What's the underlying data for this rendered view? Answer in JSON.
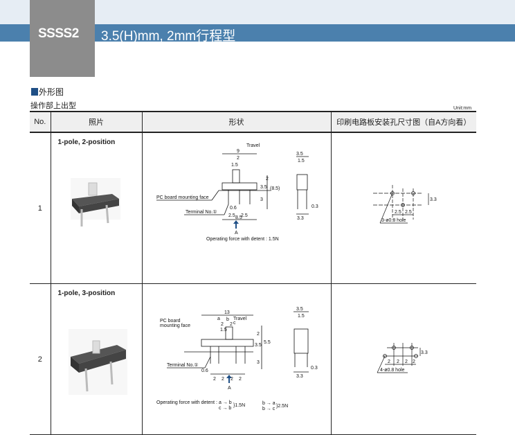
{
  "header": {
    "model": "SSSS2",
    "subtitle": "3.5(H)mm, 2mm行程型"
  },
  "section": {
    "title": "外形图",
    "subtitle": "操作部上出型",
    "unit": "Unit:mm"
  },
  "table": {
    "columns": [
      "No.",
      "照片",
      "形状",
      "印刷电路板安装孔尺寸图（自A方向看）"
    ],
    "rows": [
      {
        "no": "1",
        "caption": "1-pole, 2-position",
        "drawing": {
          "travel": "Travel",
          "w9": "9",
          "d2": "2",
          "d15": "1.5",
          "h2": "2",
          "h35": "3.5",
          "h85": "(8.5)",
          "h3": "3",
          "pcb_face": "PC board mounting face",
          "terminal": "Terminal No.①",
          "d06": "0.6",
          "p1": "2.5",
          "p2": "2.5",
          "w85": "8.5",
          "arrow": "A",
          "force": "Operating force with detent : 1.5N",
          "side_w": "3.5",
          "side_w2": "1.5",
          "side_t": "0.3",
          "side_b": "3.3"
        },
        "pcb": {
          "p1": "2.5",
          "p2": "2.5",
          "h": "3.3",
          "hole": "3-ø0.8 hole"
        }
      },
      {
        "no": "2",
        "caption": "1-pole, 3-position",
        "drawing": {
          "travel": "Travel",
          "w13": "13",
          "a": "a",
          "b": "b",
          "c": "c",
          "d2a": "2",
          "d2b": "2",
          "d15": "1.5",
          "h2": "2",
          "h35": "3.5",
          "h55": "5.5",
          "h3": "3",
          "pcb_face1": "PC board",
          "pcb_face2": "mounting face",
          "terminal": "Terminal No.①",
          "d06": "0.6",
          "p": [
            "2",
            "2",
            "2",
            "2"
          ],
          "arrow": "A",
          "force_label": "Operating force with detent :",
          "force_ab": "a → b",
          "force_cb": "c → b",
          "force1": "}1.5N",
          "force_ba": "b → a",
          "force_bc": "b → c",
          "force2": "}2.5N",
          "side_w": "3.5",
          "side_w2": "1.5",
          "side_t": "0.3",
          "side_b": "3.3"
        },
        "pcb": {
          "p": [
            "2",
            "2",
            "2",
            "2"
          ],
          "h": "3.3",
          "hole": "4-ø0.8 hole"
        }
      }
    ]
  }
}
